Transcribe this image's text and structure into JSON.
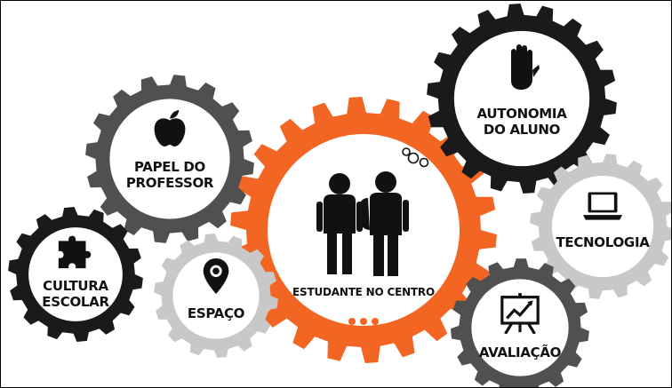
{
  "gears": [
    {
      "id": "papel-do-professor",
      "label": "PAPEL DO\nPROFESSOR",
      "color": "#505050",
      "icon": "apple-icon"
    },
    {
      "id": "cultura-escolar",
      "label": "CULTURA\nESCOLAR",
      "color": "#1a1a1a",
      "icon": "puzzle-icon"
    },
    {
      "id": "espaco",
      "label": "ESPAÇO",
      "color": "#c8c8c8",
      "icon": "map-pin-icon"
    },
    {
      "id": "estudante-no-centro",
      "label": "ESTUDANTE NO CENTRO",
      "color": "#f26522",
      "icon": "students-icon"
    },
    {
      "id": "autonomia-do-aluno",
      "label": "AUTONOMIA\nDO ALUNO",
      "color": "#1a1a1a",
      "icon": "hand-icon"
    },
    {
      "id": "tecnologia",
      "label": "TECNOLOGIA",
      "color": "#c8c8c8",
      "icon": "laptop-icon"
    },
    {
      "id": "avaliacao",
      "label": "AVALIAÇÃO",
      "color": "#505050",
      "icon": "presentation-chart-icon"
    }
  ],
  "accent": "#f26522"
}
